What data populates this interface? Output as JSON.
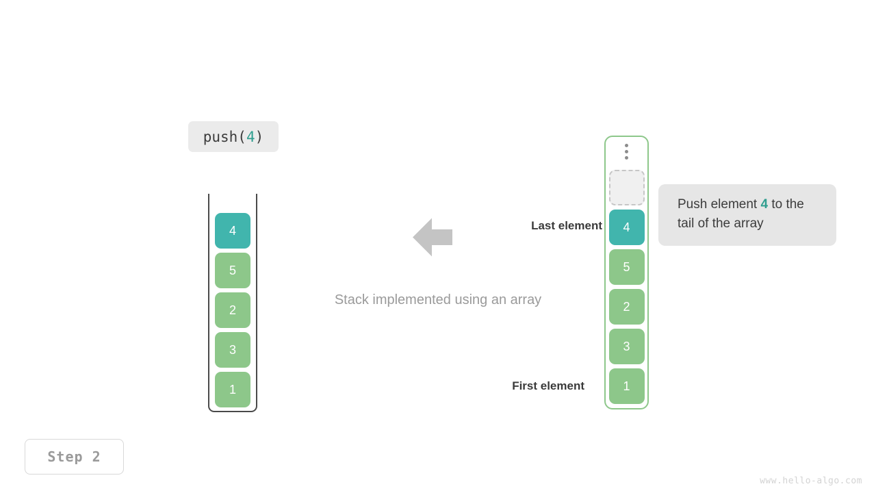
{
  "operation": {
    "prefix": "push(",
    "value": "4",
    "suffix": ")"
  },
  "caption": "Stack implemented using an array",
  "annotations": {
    "last_element": "Last element",
    "first_element": "First element",
    "arrow_icon": "arrow-left-icon"
  },
  "stack": {
    "name": "stack-visualization",
    "items": [
      {
        "value": "4",
        "color": "teal",
        "state": "new"
      },
      {
        "value": "5",
        "color": "green",
        "state": "existing"
      },
      {
        "value": "2",
        "color": "green",
        "state": "existing"
      },
      {
        "value": "3",
        "color": "green",
        "state": "existing"
      },
      {
        "value": "1",
        "color": "green",
        "state": "existing"
      }
    ]
  },
  "array": {
    "name": "array-visualization",
    "overflow_icon": "vertical-dots-icon",
    "items": [
      {
        "value": "",
        "color": "empty",
        "state": "unused"
      },
      {
        "value": "4",
        "color": "teal",
        "state": "new"
      },
      {
        "value": "5",
        "color": "green",
        "state": "existing"
      },
      {
        "value": "2",
        "color": "green",
        "state": "existing"
      },
      {
        "value": "3",
        "color": "green",
        "state": "existing"
      },
      {
        "value": "1",
        "color": "green",
        "state": "existing"
      }
    ]
  },
  "bubble": {
    "line1_prefix": "Push element ",
    "value": "4",
    "line1_suffix": " to",
    "line2": "the tail of the array"
  },
  "step_badge": "Step 2",
  "watermark": "www.hello-algo.com",
  "colors": {
    "teal": "#41b5ad",
    "green": "#8dc78a",
    "accent_text": "#2f9e8f",
    "empty_fill": "#f0f0f0",
    "empty_border": "#c6c6c6",
    "arrow": "#c4c4c4",
    "caption": "#9a9a9a",
    "bubble_bg": "#e6e6e6",
    "op_bg": "#ebebeb",
    "stack_wall": "#4a4a4a"
  }
}
